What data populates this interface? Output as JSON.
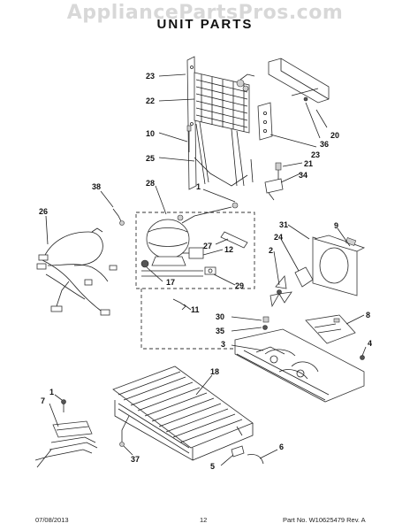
{
  "watermark": "AppliancePartsPros.com",
  "title": "UNIT PARTS",
  "callouts": {
    "c23a": "23",
    "c22": "22",
    "c10": "10",
    "c25": "25",
    "c28": "28",
    "c1a": "1",
    "c38": "38",
    "c26": "26",
    "c27": "27",
    "c12": "12",
    "c17": "17",
    "c29": "29",
    "c11": "11",
    "c20": "20",
    "c36": "36",
    "c23b": "23",
    "c21": "21",
    "c34": "34",
    "c31": "31",
    "c9": "9",
    "c24": "24",
    "c2": "2",
    "c8": "8",
    "c30": "30",
    "c35": "35",
    "c3": "3",
    "c4": "4",
    "c18": "18",
    "c1b": "1",
    "c7": "7",
    "c37": "37",
    "c5": "5",
    "c6": "6"
  },
  "footer": {
    "date": "07/08/2013",
    "page": "12",
    "part_no": "Part No. W10625479  Rev. A"
  }
}
